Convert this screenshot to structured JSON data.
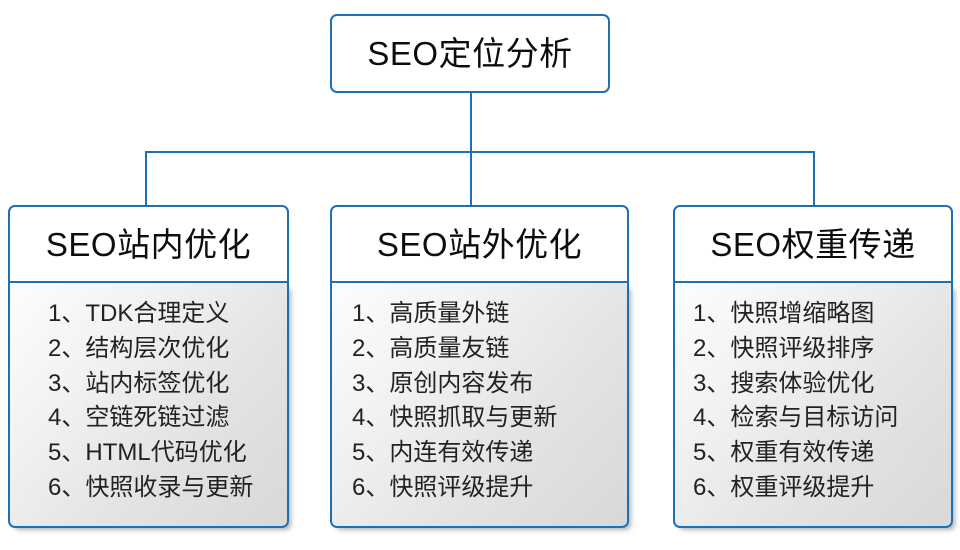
{
  "diagram": {
    "type": "org-tree",
    "accent_color": "#1f6fb5",
    "text_color": "#222222",
    "root": {
      "label": "SEO定位分析"
    },
    "branches": [
      {
        "id": "on-site",
        "header": "SEO站内优化",
        "items": [
          {
            "index": "1、",
            "text": "TDK合理定义"
          },
          {
            "index": "2、",
            "text": "结构层次优化"
          },
          {
            "index": "3、",
            "text": "站内标签优化"
          },
          {
            "index": "4、",
            "text": "空链死链过滤"
          },
          {
            "index": "5、",
            "text": "HTML代码优化"
          },
          {
            "index": "6、",
            "text": "快照收录与更新"
          }
        ]
      },
      {
        "id": "off-site",
        "header": "SEO站外优化",
        "items": [
          {
            "index": "1、",
            "text": "高质量外链"
          },
          {
            "index": "2、",
            "text": "高质量友链"
          },
          {
            "index": "3、",
            "text": "原创内容发布"
          },
          {
            "index": "4、",
            "text": "快照抓取与更新"
          },
          {
            "index": "5、",
            "text": "内连有效传递"
          },
          {
            "index": "6、",
            "text": "快照评级提升"
          }
        ]
      },
      {
        "id": "weight-transfer",
        "header": "SEO权重传递",
        "items": [
          {
            "index": "1、",
            "text": "快照增缩略图"
          },
          {
            "index": "2、",
            "text": "快照评级排序"
          },
          {
            "index": "3、",
            "text": "搜索体验优化"
          },
          {
            "index": "4、",
            "text": "检索与目标访问"
          },
          {
            "index": "5、",
            "text": "权重有效传递"
          },
          {
            "index": "6、",
            "text": "权重评级提升"
          }
        ]
      }
    ]
  }
}
